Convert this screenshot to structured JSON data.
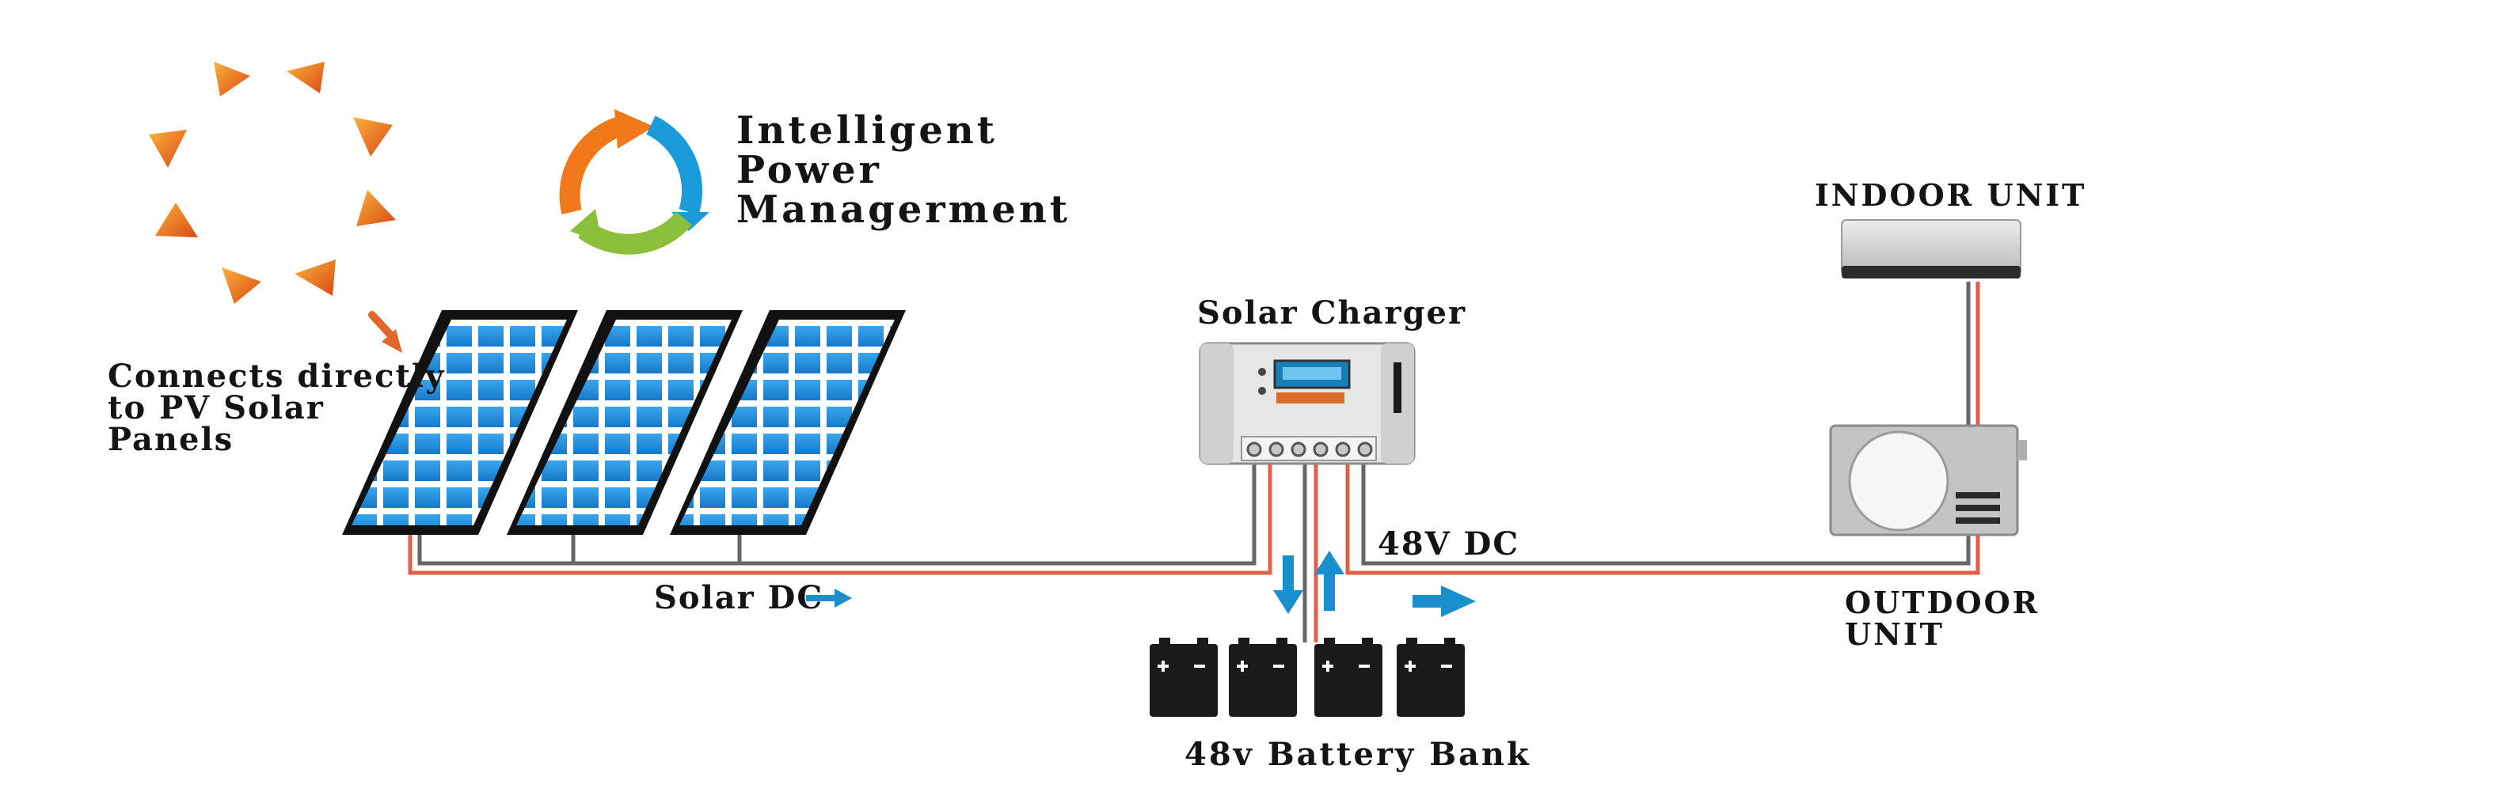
{
  "labels": {
    "connects_line1": "Connects directly",
    "connects_line2": "to PV Solar",
    "connects_line3": "Panels",
    "ipm_line1": "Intelligent",
    "ipm_line2": "Power",
    "ipm_line3": "Managerment",
    "solar_charger": "Solar Charger",
    "indoor_unit": "INDOOR UNIT",
    "outdoor_line1": "OUTDOOR",
    "outdoor_line2": "UNIT",
    "dc_48v": "48V DC",
    "solar_dc": "Solar DC",
    "battery_bank": "48v Battery Bank"
  },
  "colors": {
    "panel_cell": "#1e8ee0",
    "panel_frame": "#111111",
    "wire_red": "#e0604a",
    "wire_dark": "#555555",
    "flow_arrow": "#1a8fce",
    "sun_orange": "#f08a1a",
    "cycle_orange": "#f07a1a",
    "cycle_blue": "#1a9ad8",
    "cycle_green": "#8cbf3a",
    "battery": "#1a1a1a"
  },
  "icons": [
    "sun-icon",
    "power-cycle-icon",
    "solar-panel-icon",
    "solar-charger-icon",
    "battery-icon",
    "indoor-unit-icon",
    "outdoor-unit-icon",
    "flow-arrow-icon"
  ]
}
